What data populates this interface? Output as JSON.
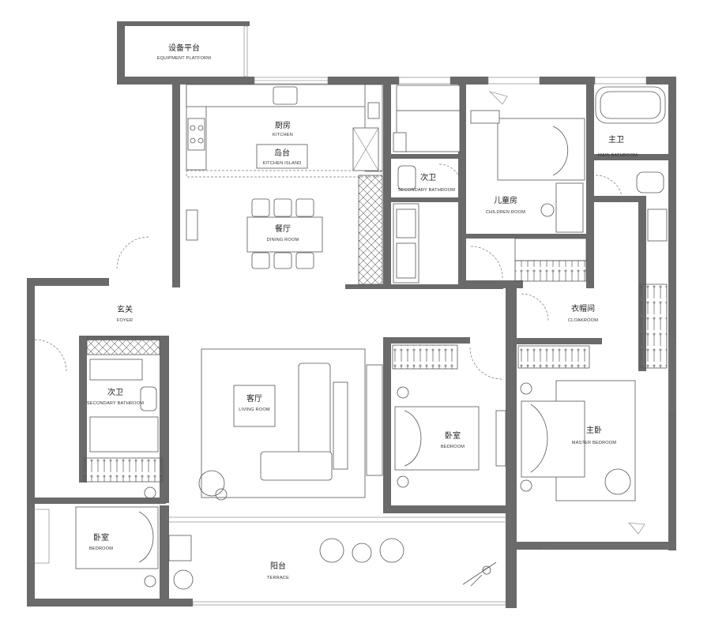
{
  "rooms": {
    "equipment_platform": {
      "cn": "设备平台",
      "en": "EQUIPMENT PLATFORM"
    },
    "kitchen": {
      "cn": "厨房",
      "en": "KITCHEN"
    },
    "kitchen_island": {
      "cn": "岛台",
      "en": "KITCHEN ISLAND"
    },
    "dining_room": {
      "cn": "餐厅",
      "en": "DINING ROOM"
    },
    "secondary_bathroom_top": {
      "cn": "次卫",
      "en": "SECONDARY BATHROOM"
    },
    "children_room": {
      "cn": "儿童房",
      "en": "CHILDREN ROOM"
    },
    "main_bathroom": {
      "cn": "主卫",
      "en": "MAIN BATHROOM"
    },
    "foyer": {
      "cn": "玄关",
      "en": "FOYER"
    },
    "cloakroom": {
      "cn": "衣帽间",
      "en": "CLOAKROOM"
    },
    "secondary_bathroom_left": {
      "cn": "次卫",
      "en": "SECONDARY BATHROOM"
    },
    "living_room": {
      "cn": "客厅",
      "en": "LIVING ROOM"
    },
    "bedroom_center": {
      "cn": "卧室",
      "en": "BEDROOM"
    },
    "master_bedroom": {
      "cn": "主卧",
      "en": "MASTER BEDROOM"
    },
    "bedroom_left": {
      "cn": "卧室",
      "en": "BEDROOM"
    },
    "terrace": {
      "cn": "阳台",
      "en": "TERRACE"
    }
  },
  "colors": {
    "wall": "#6a6a6a",
    "line": "#555555",
    "background": "#ffffff"
  }
}
